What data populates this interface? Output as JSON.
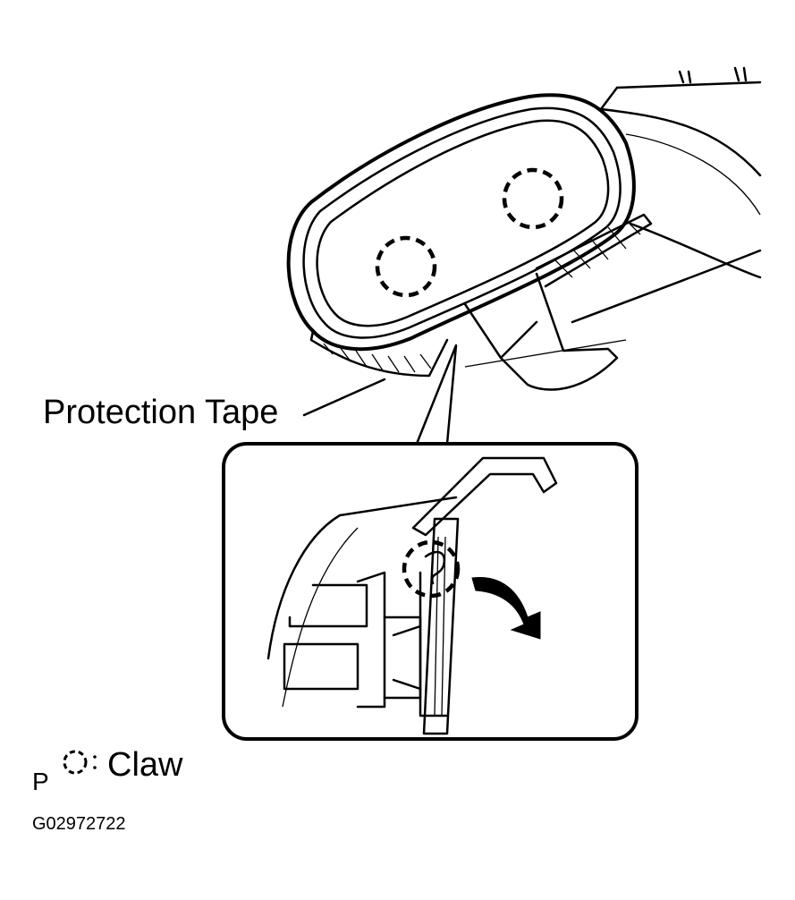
{
  "labels": {
    "protection_tape": "Protection Tape",
    "legend_prefix": "P",
    "legend_claw": "Claw",
    "figure_id": "G02972722"
  }
}
